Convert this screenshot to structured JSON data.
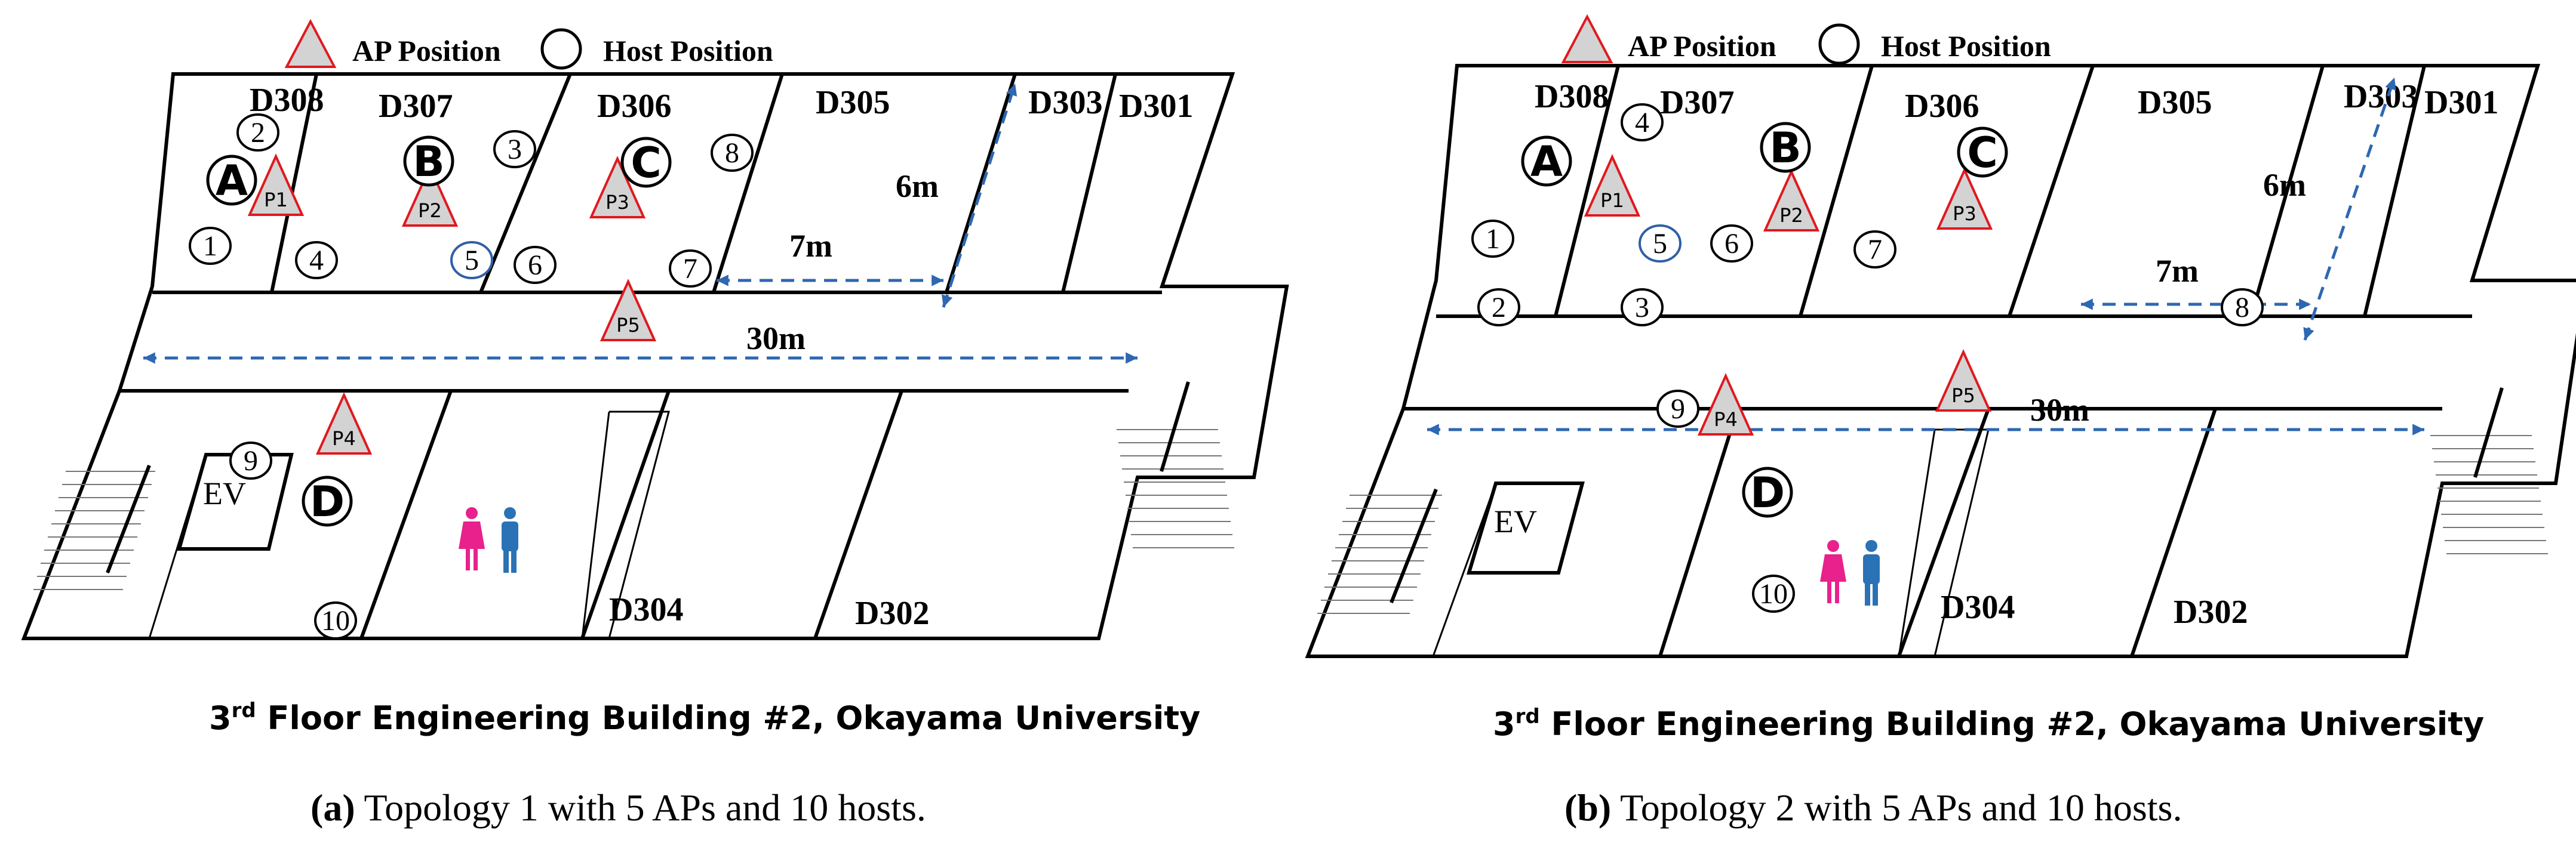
{
  "legend": {
    "ap": "AP Position",
    "host": "Host Position"
  },
  "rooms": {
    "d308": "D308",
    "d307": "D307",
    "d306": "D306",
    "d305": "D305",
    "d303": "D303",
    "d301": "D301",
    "d304": "D304",
    "d302": "D302",
    "ev": "EV"
  },
  "distances": {
    "d6": "6m",
    "d7": "7m",
    "d30": "30m"
  },
  "aps": [
    "P1",
    "P2",
    "P3",
    "P4",
    "P5"
  ],
  "clusters": [
    "A",
    "B",
    "C",
    "D"
  ],
  "hosts": [
    "1",
    "2",
    "3",
    "4",
    "5",
    "6",
    "7",
    "8",
    "9",
    "10"
  ],
  "caption": {
    "prefix": "3",
    "sup": "rd",
    "text": " Floor Engineering Building #2, Okayama University"
  },
  "panels": [
    {
      "tag": "(a)",
      "caption": " Topology 1 with 5 APs and 10 hosts."
    },
    {
      "tag": "(b)",
      "caption": " Topology 2 with 5 APs and 10 hosts."
    }
  ],
  "colors": {
    "ap_stroke": "#e0191e",
    "ap_fill": "#d3d3d3",
    "host5_stroke": "#2f5fa7",
    "dash": "#2e67b2",
    "woman": "#e8218c",
    "man": "#2a72b5"
  }
}
